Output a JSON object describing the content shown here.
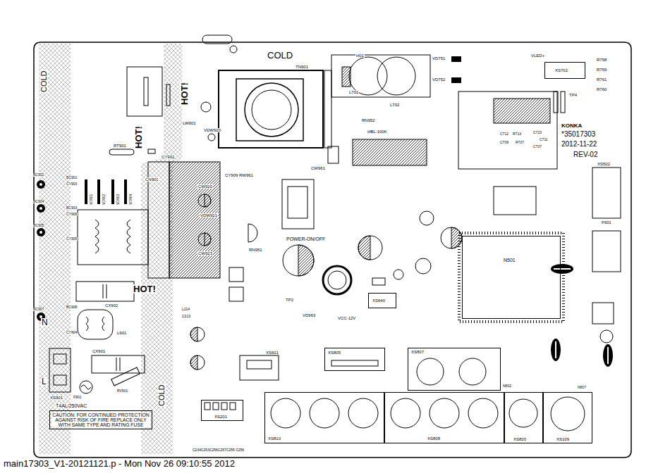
{
  "diagram": {
    "caption": "main17303_V1-20121121.p - Mon Nov 26 09:10:55 2012",
    "nodes": [
      {
        "text": [
          "CAUTION: FOR CONTINUED PROTECTION AGAINST RISK OF FIRE REPLACE ONLY WITH SAME TYPE AND RATING FUSE"
        ]
      },
      {
        "text": [
          "N501"
        ]
      },
      {
        "text": [
          "XS805"
        ]
      },
      {
        "text": [
          "XS807"
        ]
      },
      {
        "text": [
          "XS810"
        ]
      },
      {
        "text": [
          "XS808"
        ]
      },
      {
        "text": [
          "XS820"
        ]
      },
      {
        "text": [
          "XS109"
        ]
      },
      {
        "text": [
          "XS702"
        ]
      },
      {
        "text": [
          "XS201"
        ]
      },
      {
        "text": [
          "XS640"
        ]
      }
    ],
    "labels": [
      "COLD",
      "COLD",
      "COLD",
      "HOT!",
      "HOT!",
      "HOT!",
      "KONKA",
      "*35017303",
      "2012-11-22",
      "REV-02",
      "N",
      "L",
      "T4AL/250VAC",
      "POWER-ON/OFF",
      "VCC-12V",
      "TN901",
      "RN952",
      "HBL-100K",
      "H01",
      "L701",
      "L702",
      "VD751",
      "VD752",
      "VLED+",
      "R758",
      "R759",
      "R761",
      "R760",
      "TP4",
      "C712",
      "R713",
      "C723",
      "C711",
      "C709",
      "R707",
      "C707",
      "XS502",
      "F601",
      "RT901",
      "VD901",
      "VD902",
      "VD903",
      "VD904",
      "BC902",
      "BC903",
      "BC904",
      "BC905",
      "BC901",
      "CY903",
      "CY906",
      "CY905",
      "BC907",
      "BC908",
      "CY904",
      "CN901",
      "CX902",
      "L901",
      "XS901",
      "CX901",
      "RV901",
      "F901",
      "CW920",
      "VDW921",
      "CW923",
      "RN951",
      "TP2",
      "VD963",
      "CY909 RW961",
      "CW961",
      "CY902",
      "VDW920",
      "LW901",
      "L214",
      "C213",
      "XS601",
      "N802",
      "N807",
      "C234C253C256C257C255 C256"
    ]
  }
}
